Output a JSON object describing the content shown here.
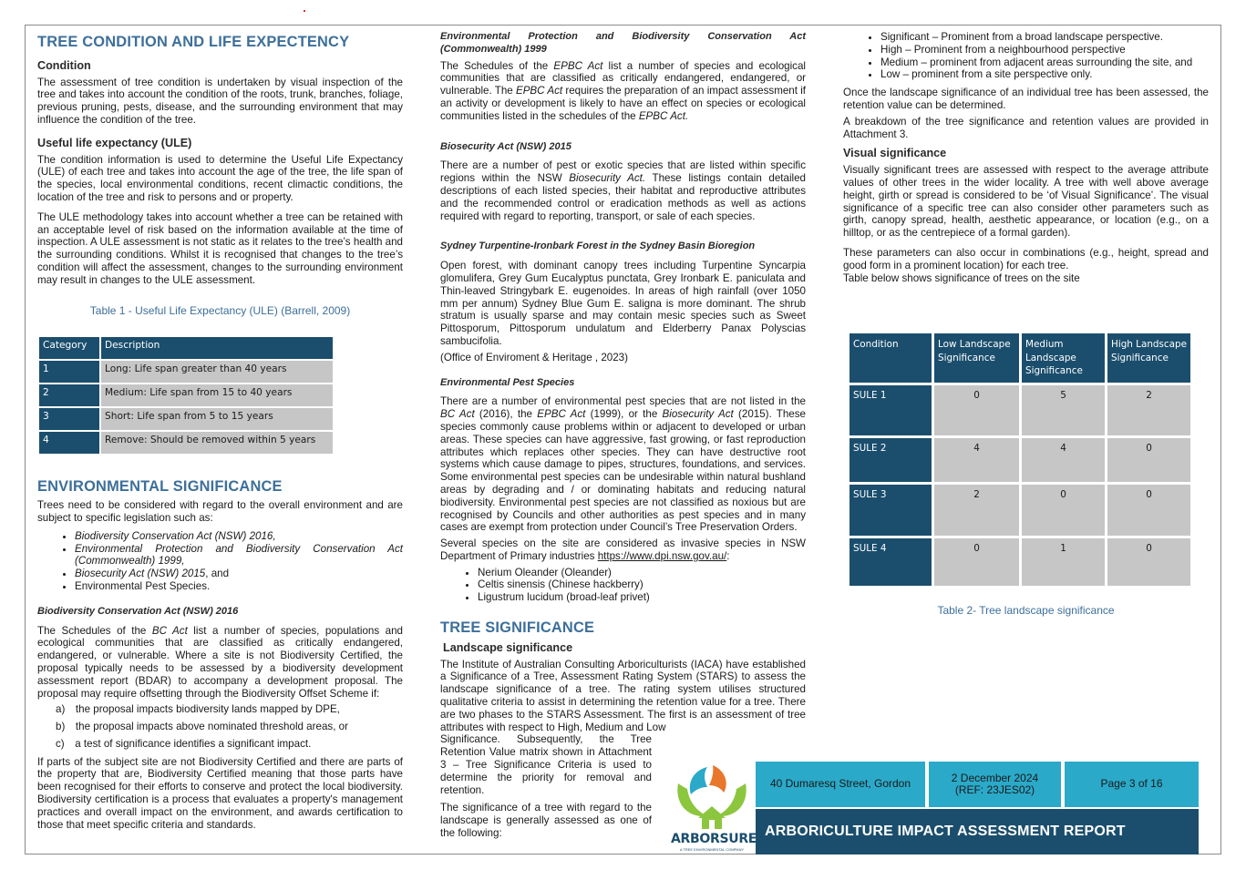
{
  "col1": {
    "heading1": "TREE CONDITION AND LIFE EXPECTENCY",
    "condition_title": "Condition",
    "condition_p": "The assessment of tree condition is undertaken by visual inspection of the tree and takes into account the condition of the roots, trunk, branches, foliage, previous pruning, pests, disease, and the surrounding environment that may influence the condition of the tree.",
    "ule_title": "Useful life expectancy (ULE)",
    "ule_p1": "The condition information is used to determine the Useful Life Expectancy (ULE) of each tree and takes into account the age of the tree, the life span of the species, local environmental conditions, recent climactic conditions, the location of the tree and risk to persons and or property.",
    "ule_p2": "The ULE methodology takes into account whether a tree can be retained with an acceptable level of risk based on the information available at the time of inspection. A ULE assessment is not static as it relates to the tree’s health and the surrounding conditions. Whilst it is recognised that changes to the tree’s condition will affect the assessment, changes to the surrounding environment may result in changes to the ULE assessment.",
    "table1_caption": "Table 1 - Useful Life Expectancy (ULE) (Barrell, 2009)",
    "table1": {
      "headers": [
        "Category",
        "Description"
      ],
      "rows": [
        [
          "1",
          "Long: Life span greater than 40 years"
        ],
        [
          "2",
          "Medium: Life span from 15 to 40 years"
        ],
        [
          "3",
          "Short: Life span from 5 to 15 years"
        ],
        [
          "4",
          "Remove: Should be removed within 5 years"
        ]
      ]
    },
    "heading2": "ENVIRONMENTAL SIGNIFICANCE",
    "env_p": "Trees need to be considered with regard to the overall environment and are subject to specific legislation such as:",
    "env_list": [
      "Biodiversity Conservation Act (NSW) 2016,",
      "Environmental Protection and Biodiversity Conservation Act (Commonwealth) 1999,",
      "Biosecurity Act (NSW) 2015",
      ", and",
      "Environmental Pest Species."
    ],
    "bc_title": "Biodiversity Conservation Act (NSW) 2016",
    "bc_p1a": "The Schedules of the ",
    "bc_p1b": "BC Act",
    "bc_p1c": " list a number of species, populations and ecological communities that are classified as critically endangered, endangered, or vulnerable. Where a site is not Biodiversity Certified, the proposal typically needs to be assessed by a biodiversity development assessment report (BDAR) to accompany a development proposal. The proposal may require offsetting through the Biodiversity Offset Scheme if:",
    "bc_list": [
      "a) the proposal impacts biodiversity lands mapped by DPE,",
      "b) the proposal impacts above nominated threshold areas, or",
      "c) a test of significance identifies a significant impact."
    ],
    "bc_p2": "If parts of the subject site are not Biodiversity Certified and there are parts of the property that are, Biodiversity Certified meaning that those parts have been recognised for their efforts to conserve and protect the local biodiversity. Biodiversity certification is a process that evaluates a property's management practices and overall impact on the environment, and awards certification to those that meet specific criteria and standards."
  },
  "col2": {
    "epbc_title": "Environmental Protection and Biodiversity Conservation Act (Commonwealth) 1999",
    "epbc_p_a": "The Schedules of the ",
    "epbc_p_b": "EPBC Act",
    "epbc_p_c": " list a number of species and ecological communities that are classified as critically endangered, endangered, or vulnerable. The ",
    "epbc_p_d": "EPBC Act",
    "epbc_p_e": " requires the preparation of an impact assessment if an activity or development is likely to have an effect on species or ecological communities listed in the schedules of the ",
    "epbc_p_f": "EPBC Act.",
    "bio_title": "Biosecurity Act (NSW) 2015",
    "bio_p_a": "There are a number of pest or exotic species that are listed within specific regions within the NSW ",
    "bio_p_b": "Biosecurity Act.",
    "bio_p_c": " These listings contain detailed descriptions of each listed species, their habitat and reproductive attributes and the recommended control or eradication methods as well as actions required with regard to reporting, transport, or sale of each species.",
    "stif_title": "Sydney Turpentine-Ironbark Forest in the Sydney Basin Bioregion",
    "stif_p": "Open forest, with dominant canopy trees including Turpentine Syncarpia glomulifera, Grey Gum Eucalyptus punctata, Grey Ironbark E. paniculata and Thin-leaved Stringybark E. eugenoides. In areas of high rainfall (over 1050 mm per annum) Sydney Blue Gum E. saligna is more dominant. The shrub stratum is usually sparse and may contain mesic species such as Sweet Pittosporum, Pittosporum undulatum and Elderberry Panax Polyscias sambucifolia.",
    "stif_ref": "(Office of Enviroment & Heritage , 2023)",
    "pest_title": "Environmental Pest Species",
    "pest_p_a": "There are a number of environmental pest species that are not listed in the ",
    "pest_p_b": "BC Act",
    "pest_p_c": " (2016), the ",
    "pest_p_d": "EPBC Act",
    "pest_p_e": " (1999), or the ",
    "pest_p_f": "Biosecurity Act",
    "pest_p_g": " (2015). These species commonly cause problems within or adjacent to developed or urban areas. These species can have aggressive, fast growing, or fast reproduction attributes which replaces other species. They can have destructive root systems which cause damage to pipes, structures, foundations, and services. Some environmental pest species can be undesirable within natural bushland areas by degrading and / or dominating habitats and reducing natural biodiversity. Environmental pest species are not classified as noxious but are recognised by Councils and other authorities as pest species and in many cases are exempt from protection under Council’s Tree Preservation Orders.",
    "pest_p2_a": "Several species on the site are considered as invasive species in NSW Department of Primary industries ",
    "pest_link": "https://www.dpi.nsw.gov.au/",
    "pest_p2_b": ":",
    "pest_list": [
      "Nerium Oleander (Oleander)",
      "Celtis sinensis (Chinese hackberry)",
      "Ligustrum lucidum (broad-leaf privet)"
    ],
    "heading3": "TREE SIGNIFICANCE",
    "land_title": "Landscape significance",
    "land_p1": "The Institute of Australian Consulting Arboriculturists (IACA) have established a Significance of a Tree, Assessment Rating System (STARS) to assess the landscape significance of a tree. The rating system utilises structured qualitative criteria to assist in determining the retention value for a tree. There are two phases to the STARS Assessment. The first is an assessment of tree attributes with respect to High, Medium and Low",
    "land_p1_tail": "Significance. Subsequently, the Tree Retention Value matrix shown in Attachment 3 – Tree Significance Criteria is used to determine the priority for removal and retention.",
    "land_p2": "The significance of a tree with regard to the landscape is generally assessed as one of the following:"
  },
  "col3": {
    "sig_list": [
      "Significant – Prominent from a broad landscape perspective.",
      "High – Prominent from a neighbourhood perspective",
      "Medium – prominent from adjacent areas surrounding the site, and",
      "Low – prominent from a site perspective only."
    ],
    "p1": "Once the landscape significance of an individual tree has been assessed, the retention value can be determined.",
    "p2": "A breakdown of the tree significance and retention values are provided in Attachment 3.",
    "visual_title": "Visual significance",
    "visual_p": "Visually significant trees are assessed with respect to the average attribute values of other trees in the wider locality. A tree with well above average height, girth or spread is considered to be ‘of Visual Significance’. The visual significance of a specific tree can also consider other parameters such as girth, canopy spread, health, aesthetic appearance, or location (e.g., on a hilltop, or as the centrepiece of a formal garden).",
    "p3": "These parameters can also occur in combinations (e.g., height, spread and good form in a prominent location) for each tree.",
    "p4": "Table below shows significance of trees on the site",
    "table2": {
      "headers": [
        "Condition",
        "Low Landscape Significance",
        "Medium Landscape Significance",
        "High Landscape Significance"
      ],
      "rows": [
        [
          "SULE 1",
          "0",
          "5",
          "2"
        ],
        [
          "SULE 2",
          "4",
          "4",
          "0"
        ],
        [
          "SULE 3",
          "2",
          "0",
          "0"
        ],
        [
          "SULE 4",
          "0",
          "1",
          "0"
        ]
      ]
    },
    "table2_caption": "Table 2- Tree landscape significance"
  },
  "footer": {
    "address": "40 Dumaresq Street, Gordon",
    "date": "2 December 2024",
    "ref": "(REF: 23JES02)",
    "page": "Page 3  of 16",
    "report_title": "ARBORICULTURE IMPACT ASSESSMENT REPORT",
    "logo_name": "ARBORSURE",
    "logo_tagline": "A TREE ENVIRONMENTAL COMPANY"
  },
  "colors": {
    "heading_blue": "#3d6f9a",
    "navy": "#1b4e6d",
    "teal": "#2ba9c9",
    "cell_grey": "#c6c6c6"
  }
}
